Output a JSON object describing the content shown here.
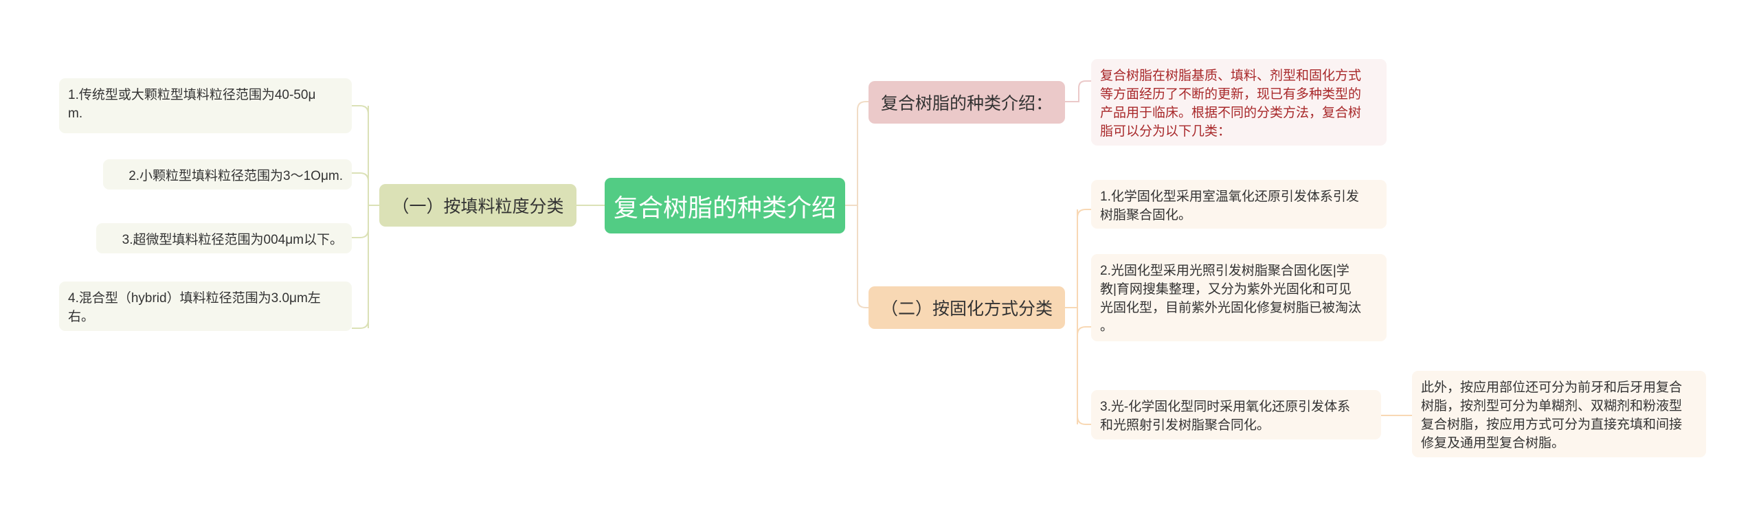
{
  "root": {
    "title": "复合树脂的种类介绍"
  },
  "branches": {
    "intro": {
      "label": "复合树脂的种类介绍：",
      "note": "复合树脂在树脂基质、填料、剂型和固化方式\n等方面经历了不断的更新，现已有多种类型的\n产品用于临床。根据不同的分类方法，复合树\n脂可以分为以下几类："
    },
    "filler": {
      "label": "（一）按填料粒度分类",
      "items": [
        "1.传统型或大颗粒型填料粒径范围为40-50μ\nm.",
        "2.小颗粒型填料粒径范围为3～1Oμm.",
        "3.超微型填料粒径范围为004μm以下。",
        "4.混合型（hybrid）填料粒径范围为3.0μm左\n右。"
      ]
    },
    "curing": {
      "label": "（二）按固化方式分类",
      "items": [
        "1.化学固化型采用室温氧化还原引发体系引发\n树脂聚合固化。",
        "2.光固化型采用光照引发树脂聚合固化医|学\n教|育网搜集整理，又分为紫外光固化和可见\n光固化型，目前紫外光固化修复树脂已被淘汰\n。",
        "3.光-化学固化型同时采用氧化还原引发体系\n和光照射引发树脂聚合同化。"
      ],
      "extra": "此外，按应用部位还可分为前牙和后牙用复合\n树脂，按剂型可分为单糊剂、双糊剂和粉液型\n复合树脂，按应用方式可分为直接充填和间接\n修复及通用型复合树脂。"
    }
  },
  "colors": {
    "root": "#52cc84",
    "intro_branch": "#ebc9c9",
    "filler_branch": "#dbe1b6",
    "curing_branch": "#f8d8b4",
    "intro_text": "#a8282a",
    "filler_lines": "#dbe1b6",
    "curing_lines": "#f8d8b4"
  }
}
